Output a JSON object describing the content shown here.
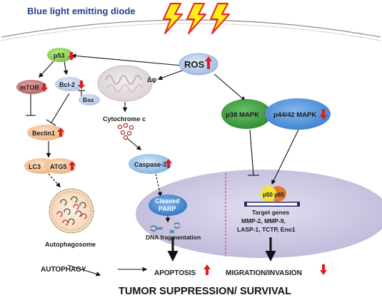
{
  "header": {
    "title": "Blue light emitting diode"
  },
  "nodes": {
    "ros": "ROS",
    "p53": "p53",
    "mtor": "mTOR",
    "bcl2": "Bcl-2",
    "bax": "Bax",
    "delta_psi": "Δψ",
    "cytochrome_c": "Cytochrome c",
    "beclin1": "Beclin1",
    "lc3": "LC3",
    "atg5": "ATG5",
    "autophagosome": "Autophagosome",
    "caspase3": "Caspase-3",
    "cleaved": "Cleaved",
    "parp": "PARP",
    "dna_fragmentation": "DNA fragmentation",
    "p38": "p38 MAPK",
    "p4442": "p44/42 MAPK",
    "p50": "p50",
    "p65": "p65",
    "target_genes_title": "Target genes",
    "target_genes_line1": "MMP-2, MMP-9,",
    "target_genes_line2": "LASP-1, TCTP, Eno1"
  },
  "outcomes": {
    "autophagy": "AUTOPHAGY",
    "apoptosis": "APOPTOSIS",
    "migration": "MIGRATION/INVASION"
  },
  "footer": {
    "title": "TUMOR SUPPRESSION/ SURVIVAL"
  },
  "colors": {
    "arrow_up": "#d91f1f",
    "arrow_down": "#d91f1f",
    "ros_fill": "#aec6e8",
    "p53_fill": "#8fd14f",
    "mtor_fill": "#c97a78",
    "bcl2_fill": "#b9cbe6",
    "p38_fill": "#3f9a40",
    "p4442_fill": "#4a90d9",
    "beclin_fill": "#f4c59a",
    "caspase_fill": "#8fbce6",
    "cleaved_fill": "#3d86d4",
    "lower_ellipse": "#cbc6e2",
    "bolt_fill": "#ffef1a",
    "bolt_stroke": "#e8321c"
  }
}
